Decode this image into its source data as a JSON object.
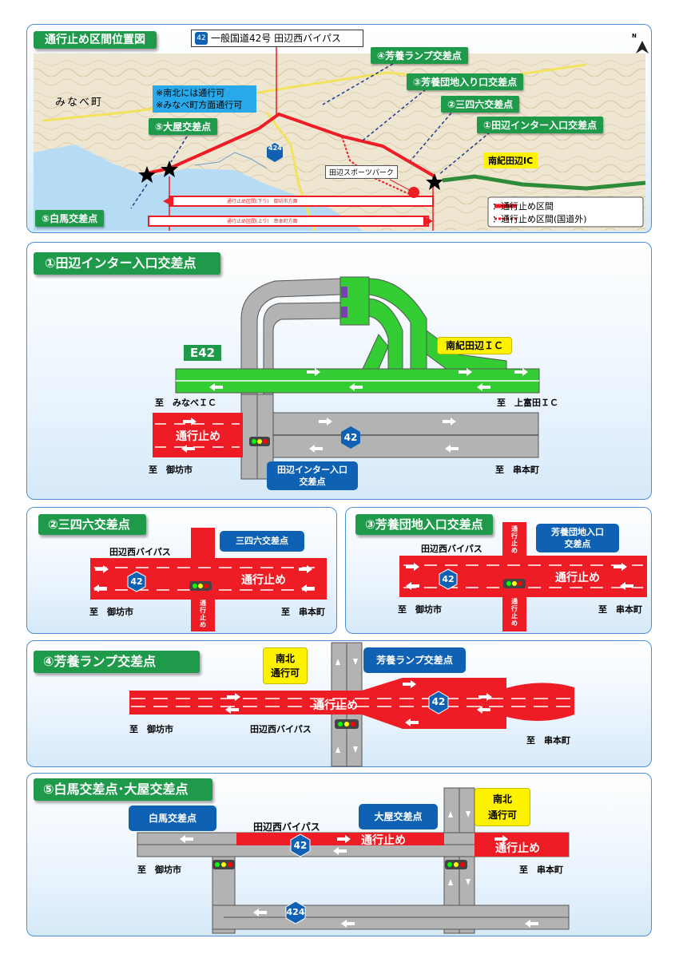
{
  "map": {
    "title": "通行止め区間位置図",
    "route_label": "一般国道42号 田辺西バイパス",
    "route_number": "42",
    "route424": "424",
    "north": "N",
    "note_line1": "※南北には通行可",
    "note_line2": "※みなべ町方面通行可",
    "town": "みなべ町",
    "c1": "①田辺インター入口交差点",
    "c2": "②三四六交差点",
    "c3": "③芳養団地入り口交差点",
    "c4": "④芳養ランプ交差点",
    "c5a": "⑤大屋交差点",
    "c5b": "⑤白馬交差点",
    "ic": "南紀田辺IC",
    "park": "田辺スポーツパーク",
    "down_label": "通行止め区間(下り)　御坊市方面",
    "up_label": "通行止め区間(上り)　串本町方面",
    "legend1": "：通行止め区間",
    "legend2": "：通行止め区間(国道外)"
  },
  "p1": {
    "title": "①田辺インター入口交差点",
    "e42": "E42",
    "ic": "南紀田辺ＩＣ",
    "to_minabe": "至　みなべＩＣ",
    "to_kamitonda": "至　上富田ＩＣ",
    "closed": "通行止め",
    "route": "42",
    "to_gobo": "至　御坊市",
    "to_kushimoto": "至　串本町",
    "box": "田辺インター入口\n交差点"
  },
  "p2": {
    "title": "②三四六交差点",
    "bypass": "田辺西バイパス",
    "box": "三四六交差点",
    "closed": "通行止め",
    "closed_v": "通行止め",
    "route": "42",
    "to_gobo": "至　御坊市",
    "to_kushimoto": "至　串本町"
  },
  "p3": {
    "title": "③芳養団地入口交差点",
    "bypass": "田辺西バイパス",
    "box": "芳養団地入口\n交差点",
    "closed": "通行止め",
    "closed_v": "通行止め",
    "route": "42",
    "to_gobo": "至　御坊市",
    "to_kushimoto": "至　串本町"
  },
  "p4": {
    "title": "④芳養ランプ交差点",
    "yellow": "南北\n通行可",
    "box": "芳養ランプ交差点",
    "closed": "通行止め",
    "route": "42",
    "to_gobo": "至　御坊市",
    "bypass": "田辺西バイパス",
    "to_kushimoto": "至　串本町"
  },
  "p5": {
    "title": "⑤白馬交差点･大屋交差点",
    "box_hakuma": "白馬交差点",
    "box_oya": "大屋交差点",
    "yellow": "南北\n通行可",
    "bypass": "田辺西バイパス",
    "closed1": "通行止め",
    "closed2": "通行止め",
    "route": "42",
    "route424": "424",
    "to_gobo": "至　御坊市",
    "to_kushimoto": "至　串本町"
  },
  "colors": {
    "red": "#ee1c25",
    "green": "#33cc33",
    "gray": "#b3b3b3",
    "blue": "#0f62b3",
    "yellow": "#fff200",
    "title_green": "#1e9a4a"
  }
}
